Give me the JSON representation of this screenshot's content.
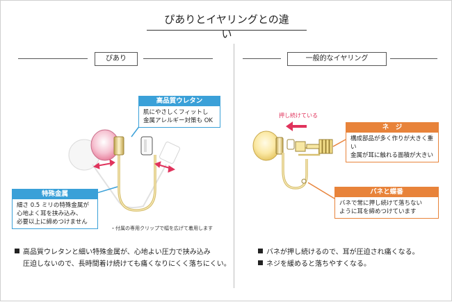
{
  "title": "ぴありとイヤリングとの違い",
  "left": {
    "section_label": "ぴあり",
    "callout_urethane": {
      "header": "高品質ウレタン",
      "lines": [
        "肌にやさしくフィットし",
        "金属アレルギー対策も OK"
      ]
    },
    "callout_metal": {
      "header": "特殊金属",
      "lines": [
        "細さ 0.5 ミリの特殊金属が",
        "心地よく耳を挟み込み、",
        "必要以上に締めつけません"
      ]
    },
    "note": "・付属の専用クリップで幅を広げて着用します",
    "bullets": [
      "高品質ウレタンと細い特殊金属が、心地よい圧力で挟み込み",
      "圧迫しないので、長時間着け続けても痛くなりにくく落ちにくい。"
    ]
  },
  "right": {
    "section_label": "一般的なイヤリング",
    "press_label": "押し続けている",
    "callout_screw": {
      "header": "ネ　ジ",
      "lines": [
        "構成部品が多く作りが大きく重い",
        "金属が耳に触れる面積が大きい"
      ]
    },
    "callout_spring": {
      "header": "バネと蝶番",
      "lines": [
        "バネで常に押し続けて落ちない",
        "ように耳を締めつけています"
      ]
    },
    "bullets": [
      "バネが押し続けるので、耳が圧迫され痛くなる。",
      "ネジを緩めると落ちやすくなる。"
    ]
  },
  "colors": {
    "blue": "#3aa0d8",
    "orange": "#e8833a",
    "pink": "#e0335c",
    "gold": "#d8c070"
  }
}
